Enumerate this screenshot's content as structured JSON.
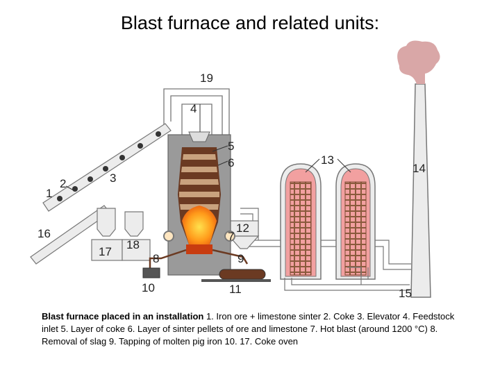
{
  "title": "Blast furnace and related units:",
  "labels": {
    "l1": "1",
    "l2": "2",
    "l3": "3",
    "l4": "4",
    "l5": "5",
    "l6": "6",
    "l7": "7",
    "l8": "8",
    "l9": "9",
    "l10": "10",
    "l11": "11",
    "l12": "12",
    "l13": "13",
    "l14": "14",
    "l15": "15",
    "l16": "16",
    "l17": "17",
    "l18": "18",
    "l19": "19"
  },
  "caption": {
    "lead": "Blast furnace placed in an installation",
    "body": " 1. Iron ore + limestone sinter 2. Coke 3. Elevator 4. Feedstock inlet 5. Layer of coke 6. Layer of sinter pellets of ore and limestone 7. Hot blast (around 1200 °C) 8. Removal of slag 9. Tapping of molten pig iron 10.  17. Coke oven"
  },
  "colors": {
    "pipe": "#e6e6e6",
    "outline": "#777777",
    "stove": "#f2a0a0",
    "checker": "#7a4a30",
    "coke_layer": "#6b3a22",
    "sinter_layer": "#c9a27e",
    "hot_zone": "#ff8c1a",
    "smoke": "#d9a7a7"
  }
}
